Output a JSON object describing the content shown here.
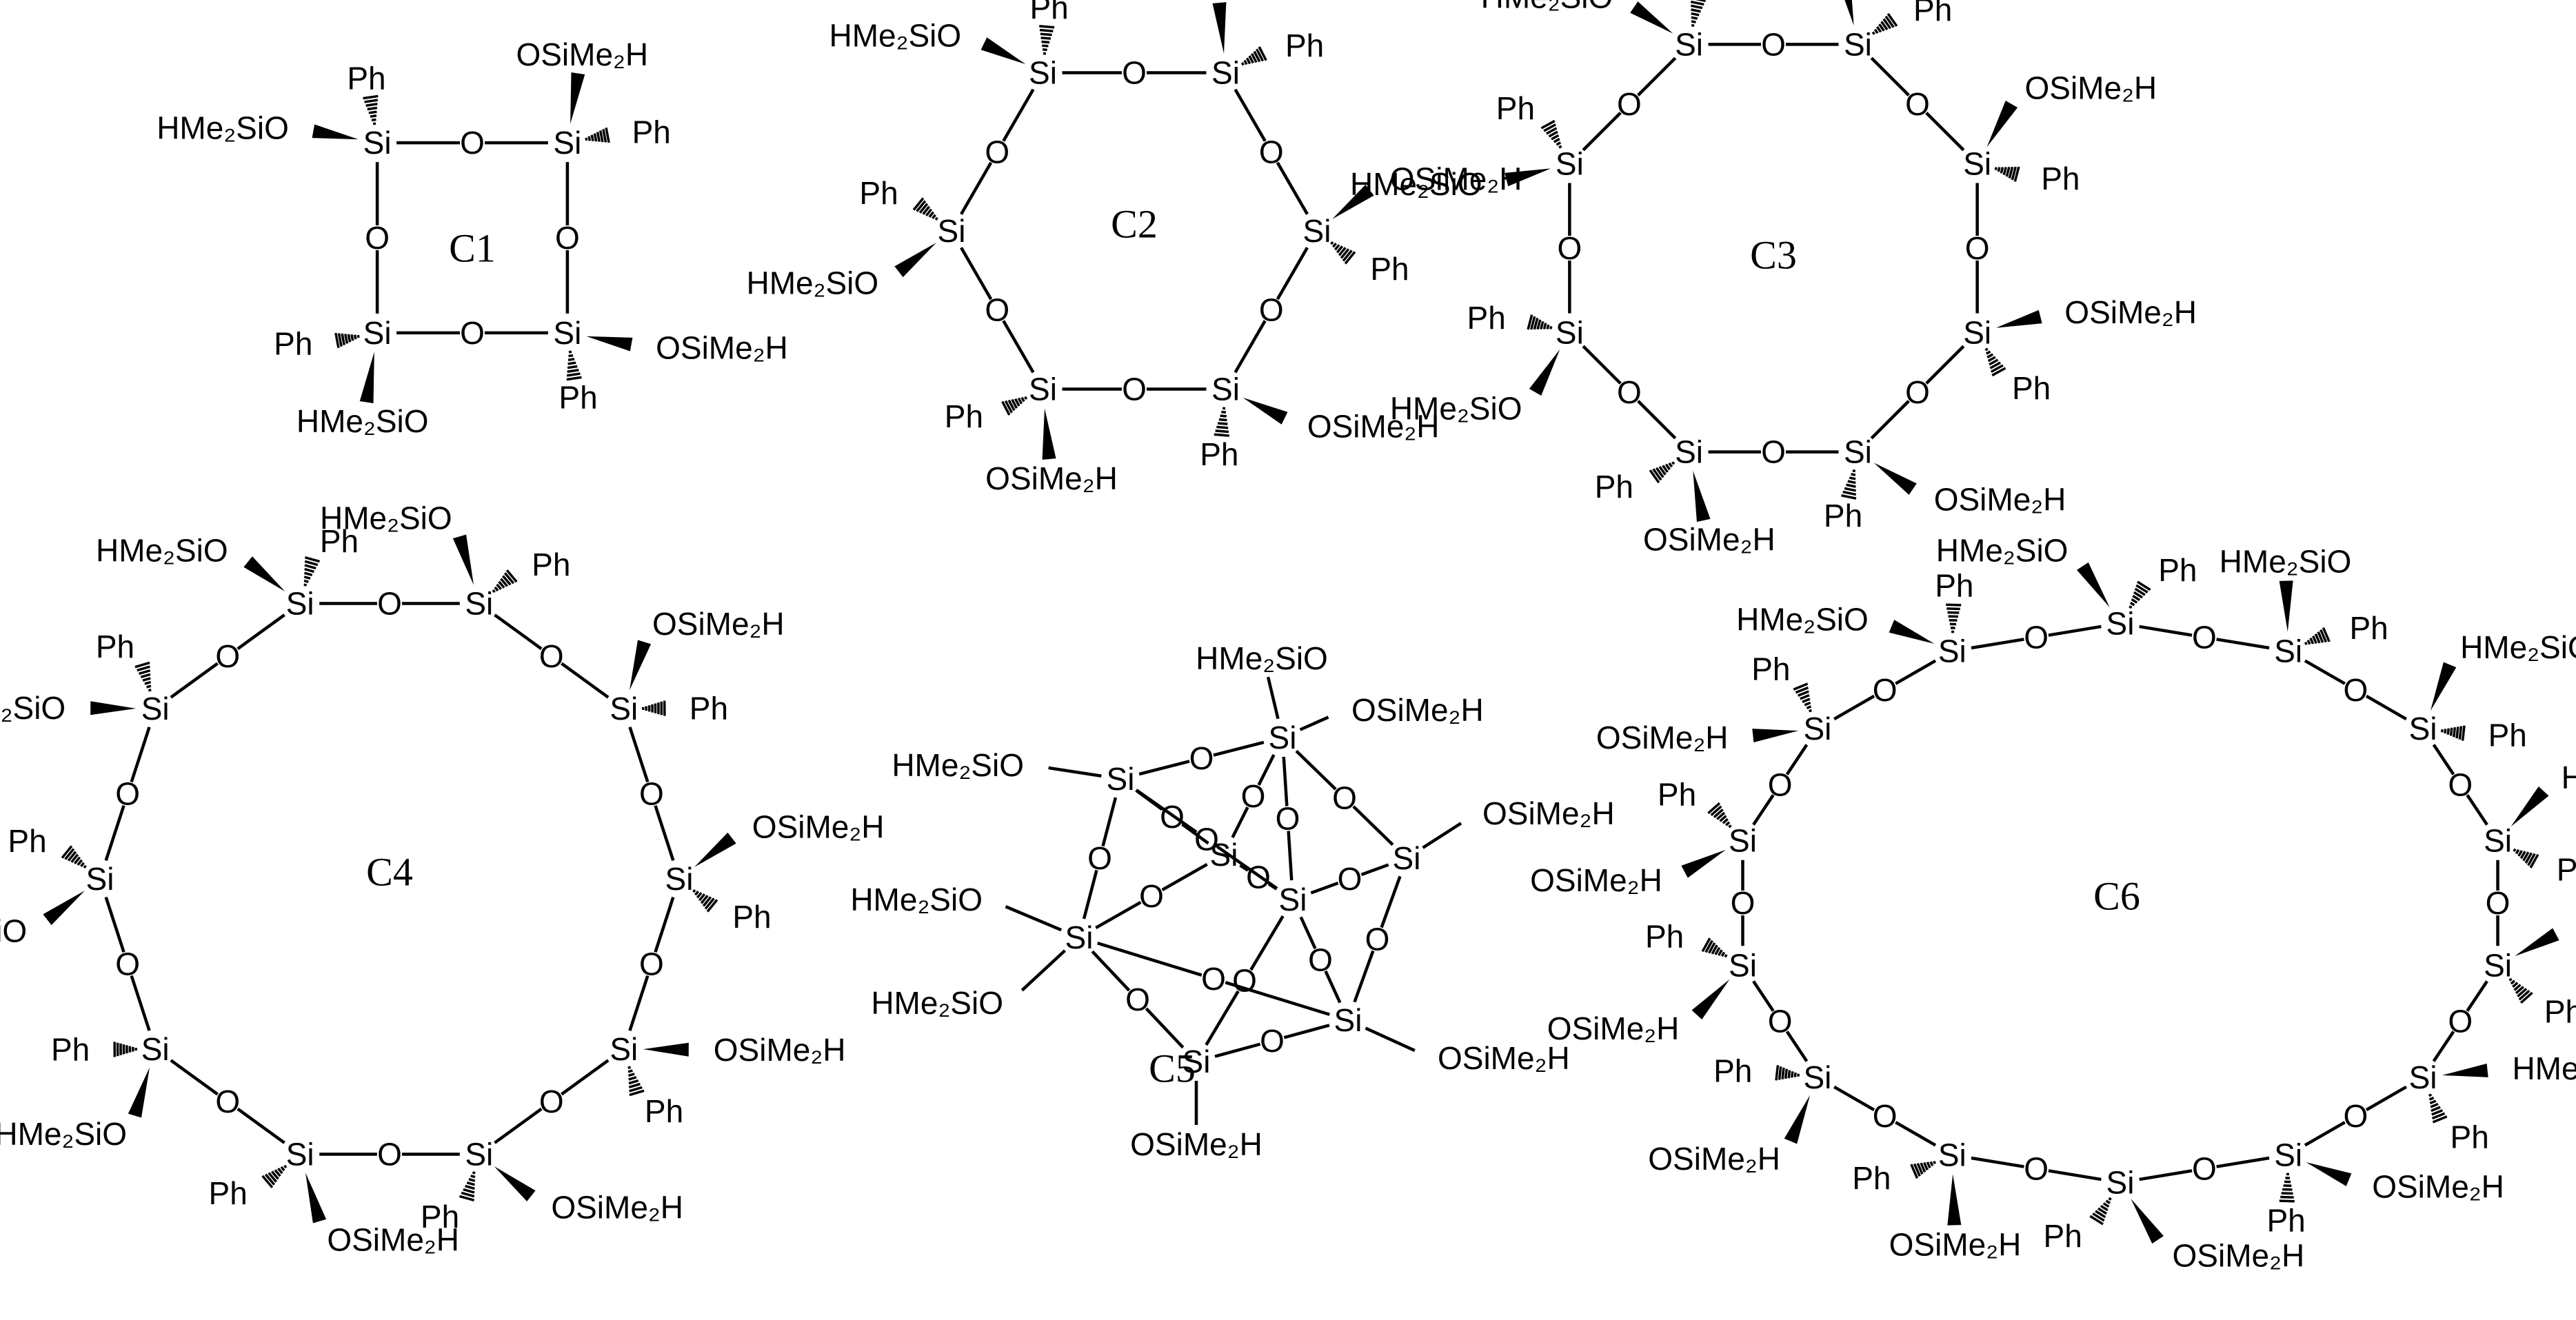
{
  "molecules": [
    {
      "label": "C1"
    },
    {
      "label": "C2"
    },
    {
      "label": "C3"
    },
    {
      "label": "C4"
    },
    {
      "label": "C5"
    },
    {
      "label": "C6"
    }
  ],
  "atom_symbols": {
    "si": "Si",
    "o": "O"
  },
  "substituents": {
    "siloxy_left": "HMe₂SiO",
    "siloxy_right": "OSiMe₂H",
    "phenyl": "Ph"
  }
}
